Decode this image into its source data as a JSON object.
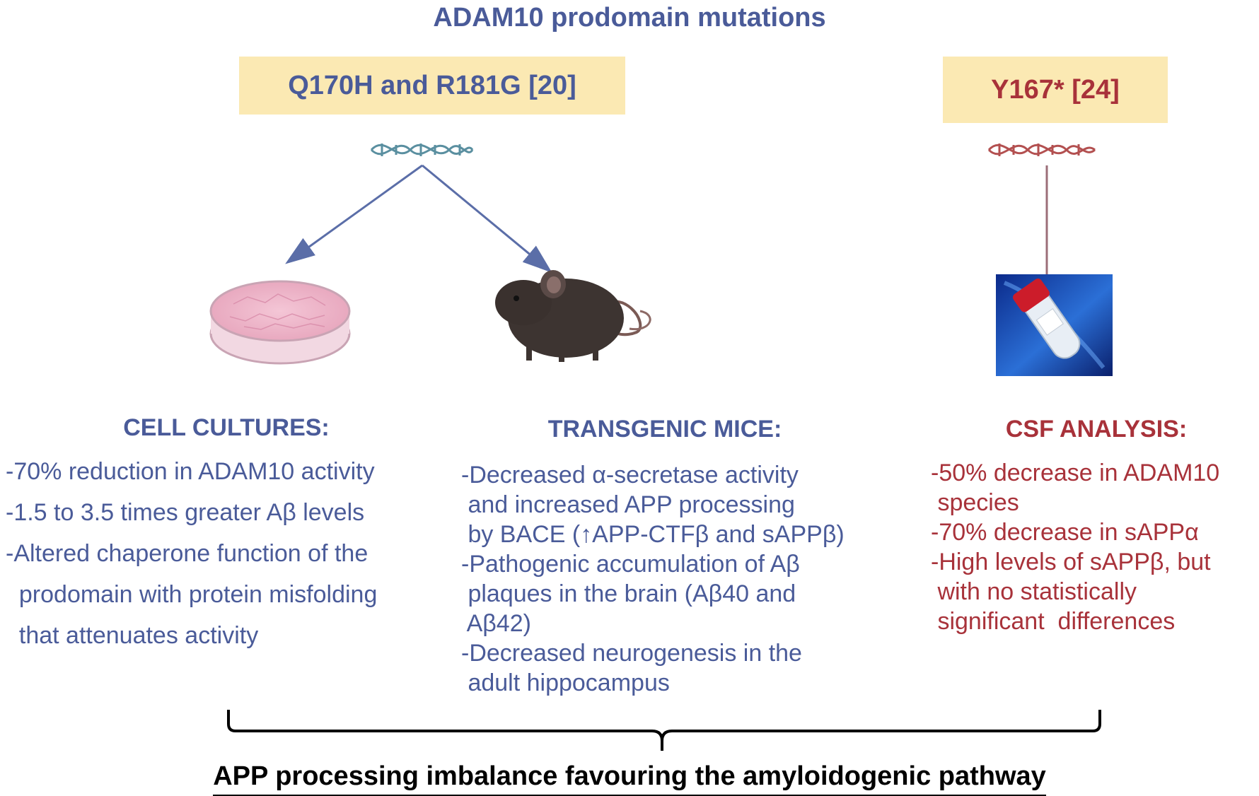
{
  "title": "ADAM10 prodomain mutations",
  "mutations": [
    {
      "label": "Q170H and R181G [20]",
      "color": "#4a5b99"
    },
    {
      "label": "Y167* [24]",
      "color": "#a8323a"
    }
  ],
  "columns": {
    "cell_cultures": {
      "heading": "CELL CULTURES:",
      "lines": [
        "-70% reduction in ADAM10 activity",
        "-1.5 to 3.5 times greater Aβ levels",
        "-Altered chaperone function of the",
        "  prodomain with protein misfolding",
        "  that attenuates activity"
      ]
    },
    "transgenic_mice": {
      "heading": "TRANSGENIC MICE:",
      "lines": [
        "-Decreased α-secretase activity",
        " and increased APP processing",
        " by BACE (↑APP-CTFβ and sAPPβ)",
        "-Pathogenic accumulation of Aβ",
        " plaques in the brain (Aβ40 and",
        " Aβ42)",
        "-Decreased neurogenesis in the",
        " adult hippocampus"
      ]
    },
    "csf_analysis": {
      "heading": "CSF ANALYSIS:",
      "lines": [
        "-50% decrease in ADAM10",
        " species",
        "-70% decrease in sAPPα",
        "-High levels of sAPPβ, but",
        " with no statistically",
        " significant  differences"
      ]
    }
  },
  "conclusion": "APP processing imbalance favouring the amyloidogenic pathway",
  "icons": [
    "dna-icon",
    "petri-dish-icon",
    "mouse-icon",
    "test-tube-icon"
  ],
  "colors": {
    "blue": "#4a5b99",
    "red": "#a8323a",
    "highlight": "#fbe9b3"
  }
}
